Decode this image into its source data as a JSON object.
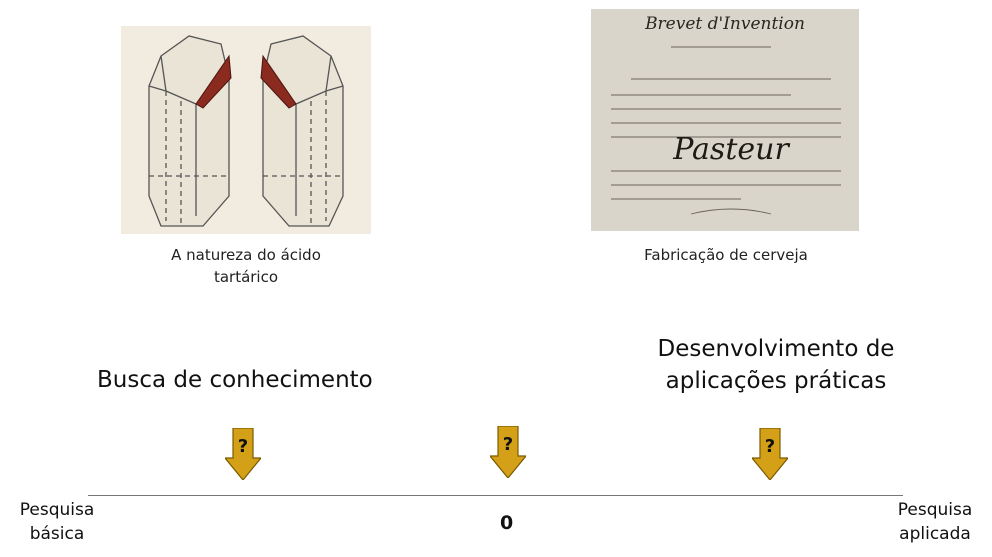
{
  "left_panel": {
    "image_caption": "A natureza do ácido tartárico"
  },
  "right_panel": {
    "image_caption": "Fabricação de cerveja",
    "document_title": "Brevet d'Invention",
    "document_signature": "Pasteur"
  },
  "headings": {
    "left": "Busca de conhecimento",
    "right_line1": "Desenvolvimento de",
    "right_line2": "aplicações práticas"
  },
  "axis": {
    "left_label_line1": "Pesquisa",
    "left_label_line2": "básica",
    "center_label": "0",
    "right_label_line1": "Pesquisa",
    "right_label_line2": "aplicada"
  },
  "markers": [
    {
      "symbol": "?"
    },
    {
      "symbol": "?"
    },
    {
      "symbol": "?"
    }
  ],
  "colors": {
    "marker_fill": "#d4a017",
    "marker_stroke": "#7a5a00",
    "crystal_face": "#8b2a1e"
  }
}
